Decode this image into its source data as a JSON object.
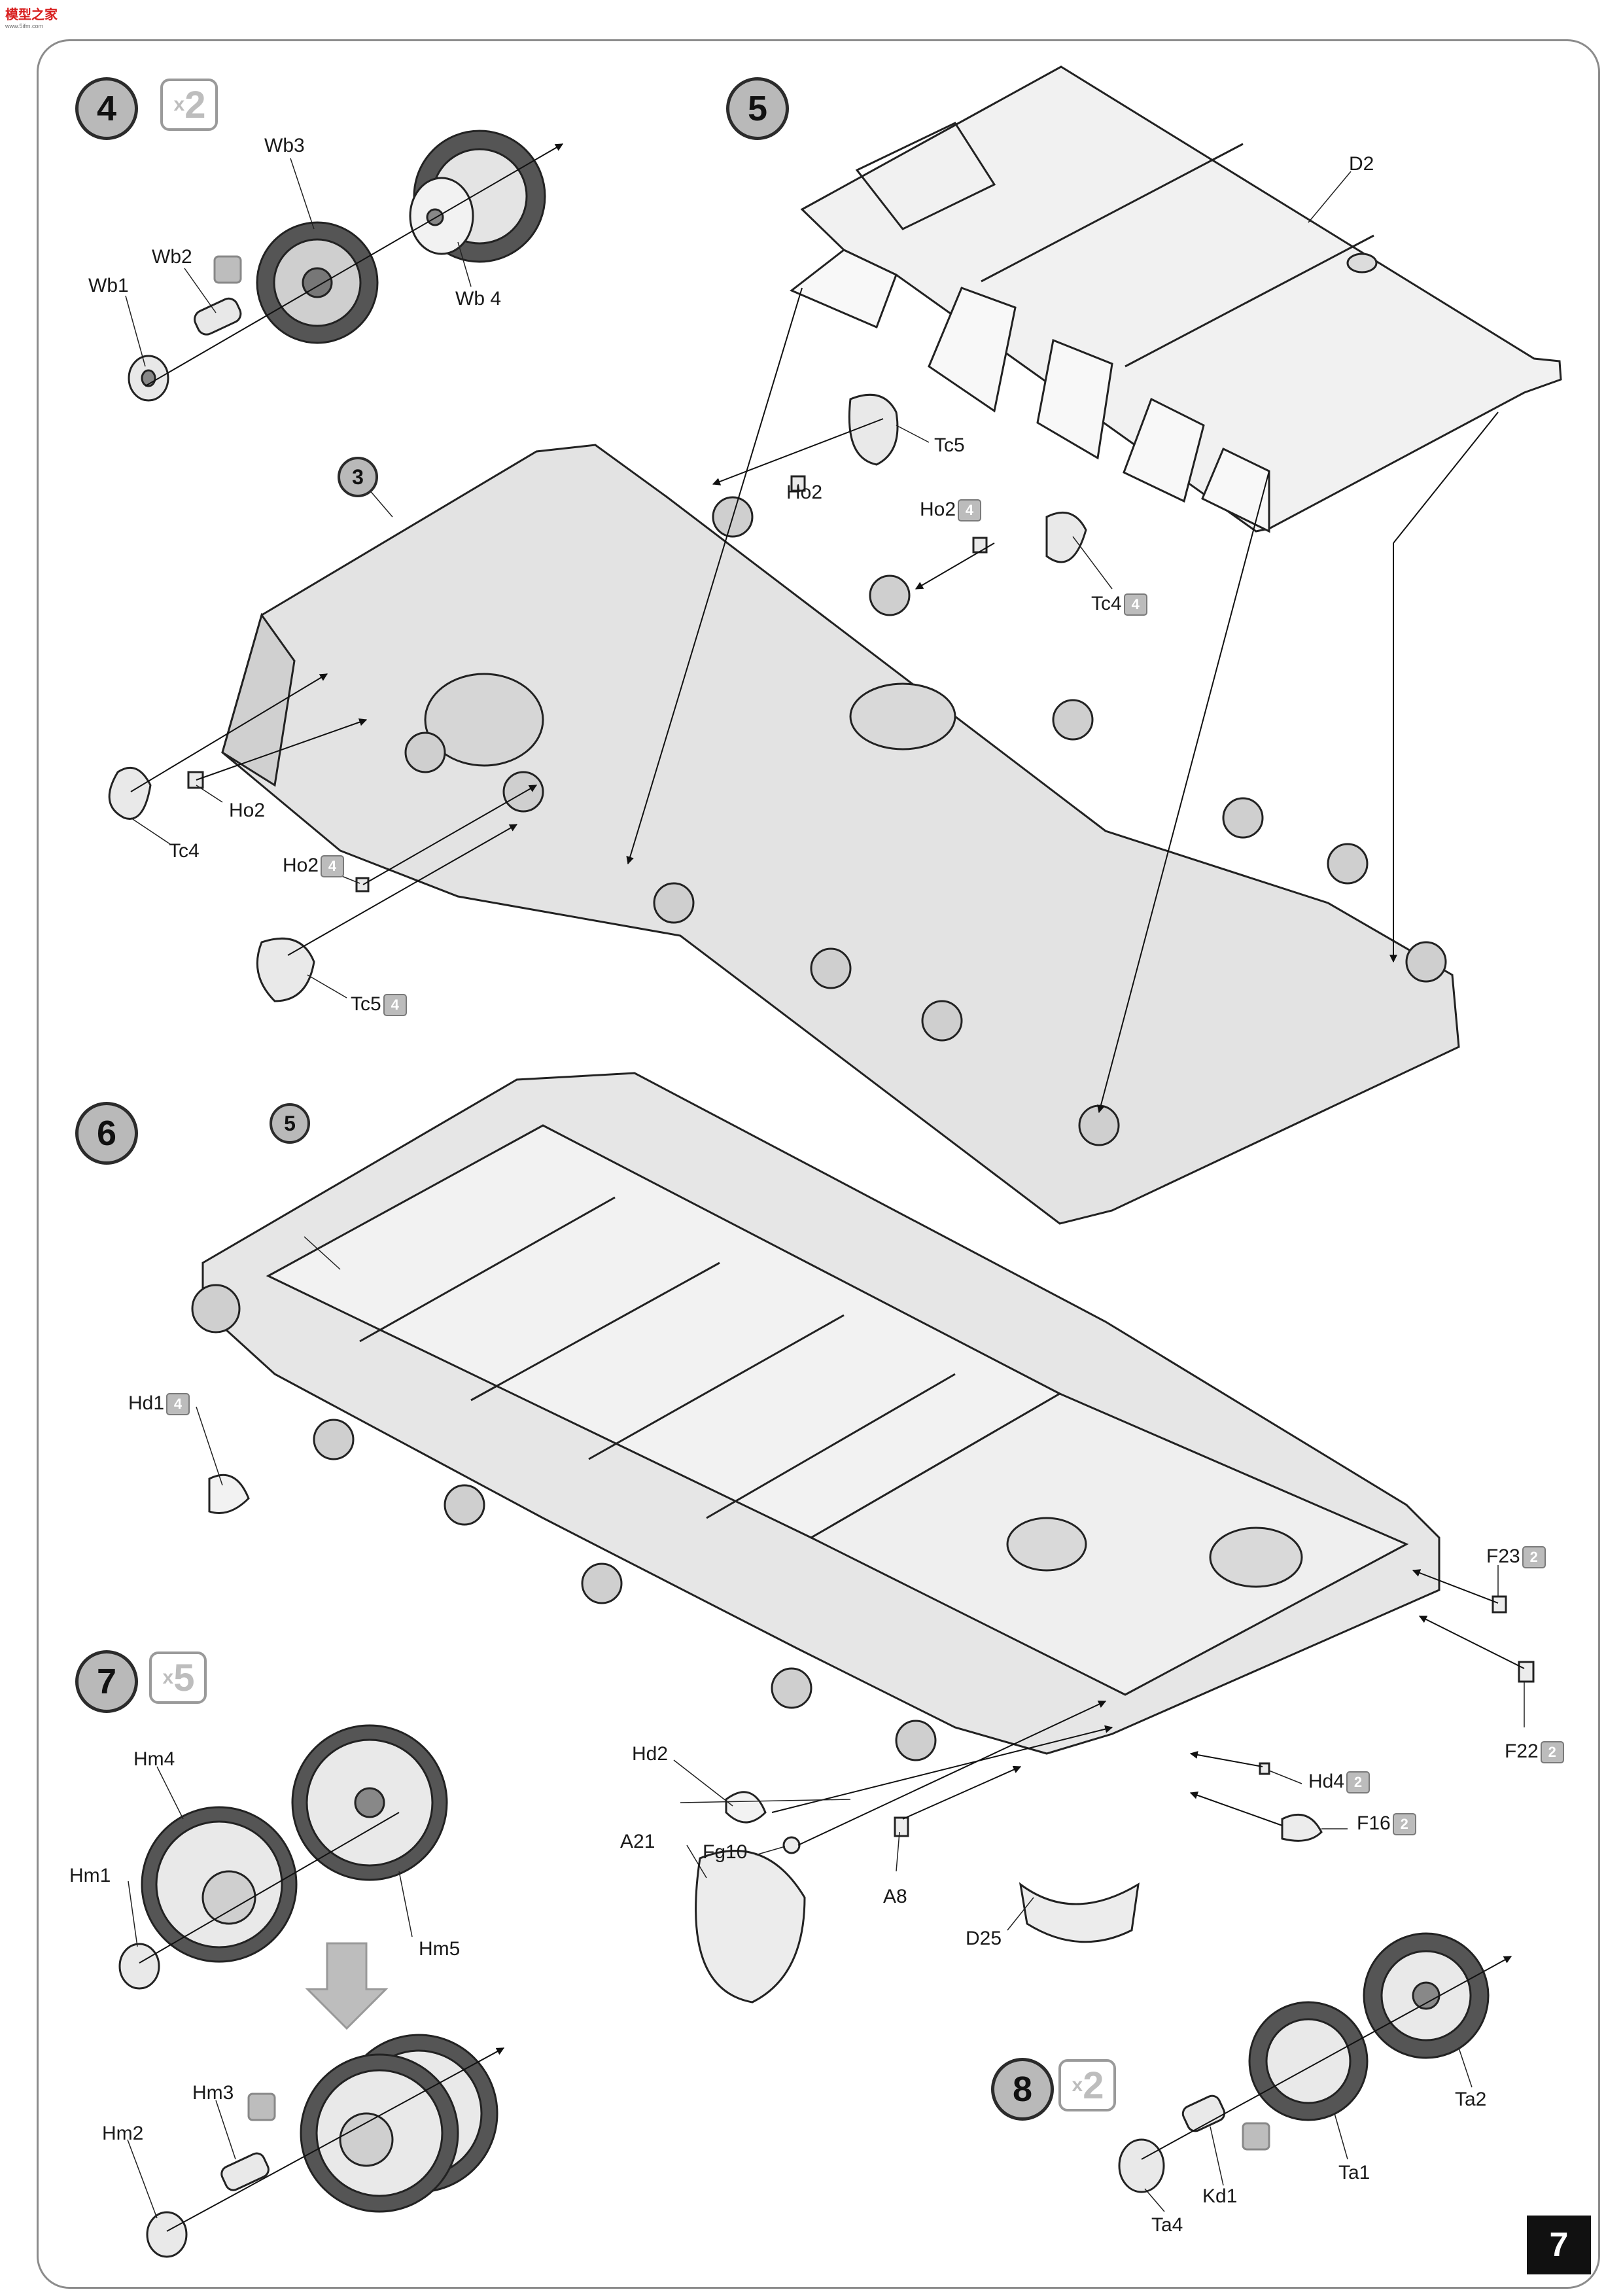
{
  "header": {
    "logo_main": "模型之家",
    "logo_sub": "www.5ifm.com"
  },
  "steps": [
    {
      "number": "4",
      "multiplier": "2"
    },
    {
      "number": "5",
      "multiplier": ""
    },
    {
      "number": "6",
      "multiplier": ""
    },
    {
      "number": "7",
      "multiplier": "5"
    },
    {
      "number": "8",
      "multiplier": "2"
    }
  ],
  "references": {
    "step3": "3",
    "step5": "5"
  },
  "multiplier_prefix": "x",
  "parts": {
    "wb1": "Wb1",
    "wb2": "Wb2",
    "wb3": "Wb3",
    "wb4": "Wb 4",
    "d2": "D2",
    "tc5_top": "Tc5",
    "ho2_top": "Ho2",
    "ho2_mid": "Ho2",
    "tc4_mid": "Tc4",
    "ho2_left": "Ho2",
    "tc4_left": "Tc4",
    "ho2_low": "Ho2",
    "tc5_low": "Tc5",
    "hd1": "Hd1",
    "hd2": "Hd2",
    "hd4": "Hd4",
    "f23": "F23",
    "f22": "F22",
    "f16": "F16",
    "a21": "A21",
    "fg10": "Fg10",
    "a8": "A8",
    "d25": "D25",
    "hm1": "Hm1",
    "hm2": "Hm2",
    "hm3": "Hm3",
    "hm4": "Hm4",
    "hm5": "Hm5",
    "ta1": "Ta1",
    "ta2": "Ta2",
    "ta4": "Ta4",
    "kd1": "Kd1"
  },
  "quantities": {
    "ho2_mid": "4",
    "tc4_mid": "4",
    "ho2_low": "4",
    "tc5_low": "4",
    "hd1": "4",
    "hd4": "2",
    "f23": "2",
    "f22": "2",
    "f16": "2"
  },
  "page_number": "7"
}
